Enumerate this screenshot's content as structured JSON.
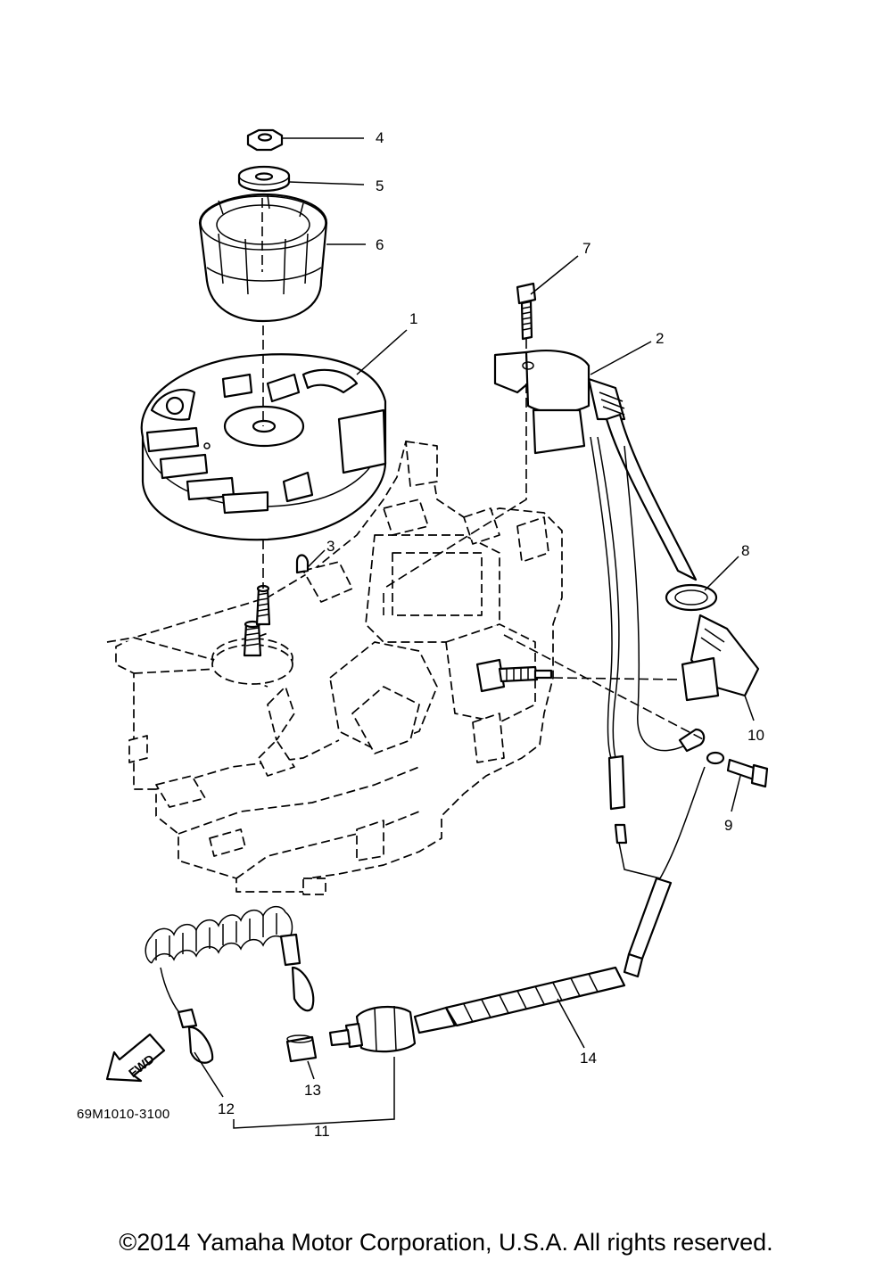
{
  "diagram": {
    "callouts": [
      "1",
      "2",
      "3",
      "4",
      "5",
      "6",
      "7",
      "8",
      "9",
      "10",
      "11",
      "12",
      "13",
      "14"
    ],
    "fwd_label": "FWD",
    "drawing_code": "69M1010-3100",
    "copyright": "©2014 Yamaha Motor Corporation, U.S.A. All rights reserved."
  }
}
